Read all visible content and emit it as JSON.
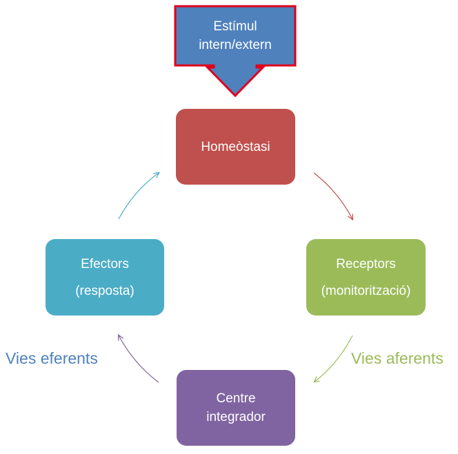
{
  "stimulus": {
    "line1": "Estímul",
    "line2": "intern/extern"
  },
  "nodes": {
    "homeostasi": {
      "line1": "Homeòstasi"
    },
    "receptors": {
      "line1": "Receptors",
      "line2": "(monitorització)"
    },
    "centre": {
      "line1": "Centre",
      "line2": "integrador"
    },
    "efectors": {
      "line1": "Efectors",
      "line2": "(resposta)"
    }
  },
  "labels": {
    "eferents": "Vies eferents",
    "aferents": "Vies aferents"
  },
  "colors": {
    "homeostasi": "#c0504d",
    "receptors": "#9bbb59",
    "centre": "#8064a2",
    "efectors": "#4bacc6",
    "stimulus_fill": "#4f81bd",
    "stimulus_border": "#e0001b",
    "eferents_text": "#4f81bd",
    "aferents_text": "#9bbb59"
  }
}
